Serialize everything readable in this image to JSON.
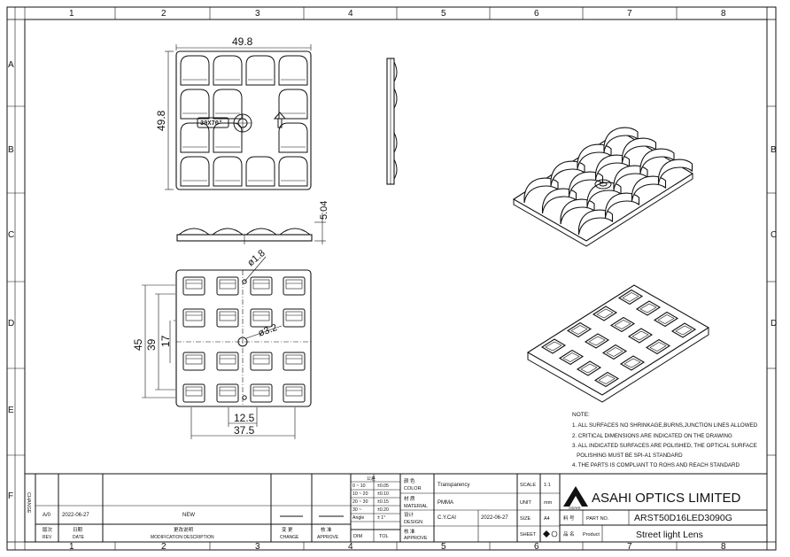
{
  "zones": {
    "cols": [
      "1",
      "2",
      "3",
      "4",
      "5",
      "6",
      "7",
      "8"
    ],
    "rows": [
      "A",
      "B",
      "C",
      "D",
      "E",
      "F"
    ]
  },
  "drawing": {
    "top_width": "49.8",
    "top_height": "49.8",
    "marking": "30X70°",
    "side_thickness": "5.04",
    "hole_small": "ø1.8",
    "hole_center": "ø3.2",
    "pitch_h": "45",
    "pitch_h2": "39",
    "pitch_v": "17",
    "gap": "12.5",
    "width_bottom": "37.5"
  },
  "notes": {
    "title": "NOTE:",
    "items": [
      "1. ALL SURFACES NO SHRINKAGE,BURNS,JUNCTION LINES ALLOWED",
      "2. CRITICAL DIMENSIONS ARE INDICATED ON THE DRAWING",
      "3. ALL INDICATED SURFACES ARE POLISHED, THE OPTICAL SURFACE",
      "   POLISHING MUST BE SPI-A1 STANDARD",
      "4. THE PARTS IS COMPLIANT TO ROHS AND REACH STANDARD"
    ]
  },
  "title_block": {
    "change_vertical": "CHANGE",
    "rev_value": "A/0",
    "date_value": "2022-06-27",
    "desc_value": "NEW",
    "rev_cn": "版次",
    "rev_en": "REV",
    "date_cn": "日期",
    "date_en": "DATE",
    "desc_cn": "更改说明",
    "desc_en": "MODIFICATION DESCRIPTION",
    "change_cn": "变 更",
    "change_en": "CHANGE",
    "approve_cn": "核 准",
    "approve_en": "APPROVE",
    "tol_header": "公差",
    "tol_sub": "TOL",
    "tolerance_rows": [
      {
        "range": "0 ~ 10",
        "tol": "±0.05"
      },
      {
        "range": "10 ~ 20",
        "tol": "±0.10"
      },
      {
        "range": "20 ~ 30",
        "tol": "±0.15"
      },
      {
        "range": "30 ~",
        "tol": "±0.20"
      },
      {
        "range": "Angle",
        "tol": "± 1°"
      }
    ],
    "dim_label": "DIM",
    "tol_label": "TOL",
    "color_cn": "颜 色",
    "color_en": "COLOR",
    "color_value": "Transparency",
    "material_cn": "材 质",
    "material_en": "MATERIAL",
    "material_value": "PMMA",
    "design_cn": "设计",
    "design_en": "DESIGN",
    "design_value": "C.Y.CAI",
    "design_date": "2022-06-27",
    "approve2_cn": "核 准",
    "approve2_en": "APPROVE",
    "scale_label": "SCALE",
    "scale_value": "1:1",
    "unit_label": "UNIT",
    "unit_value": "mm",
    "size_label": "SIZE",
    "size_value": "A4",
    "sheet_label": "SHEET",
    "company": "ASAHI OPTICS LIMITED",
    "logo_text": "ASAHI",
    "partno_cn": "料 号",
    "partno_en": "PART NO.",
    "partno_value": "ARST50D16LED3090G",
    "product_cn": "品 名",
    "product_en": "Product",
    "product_value": "Street light Lens"
  }
}
